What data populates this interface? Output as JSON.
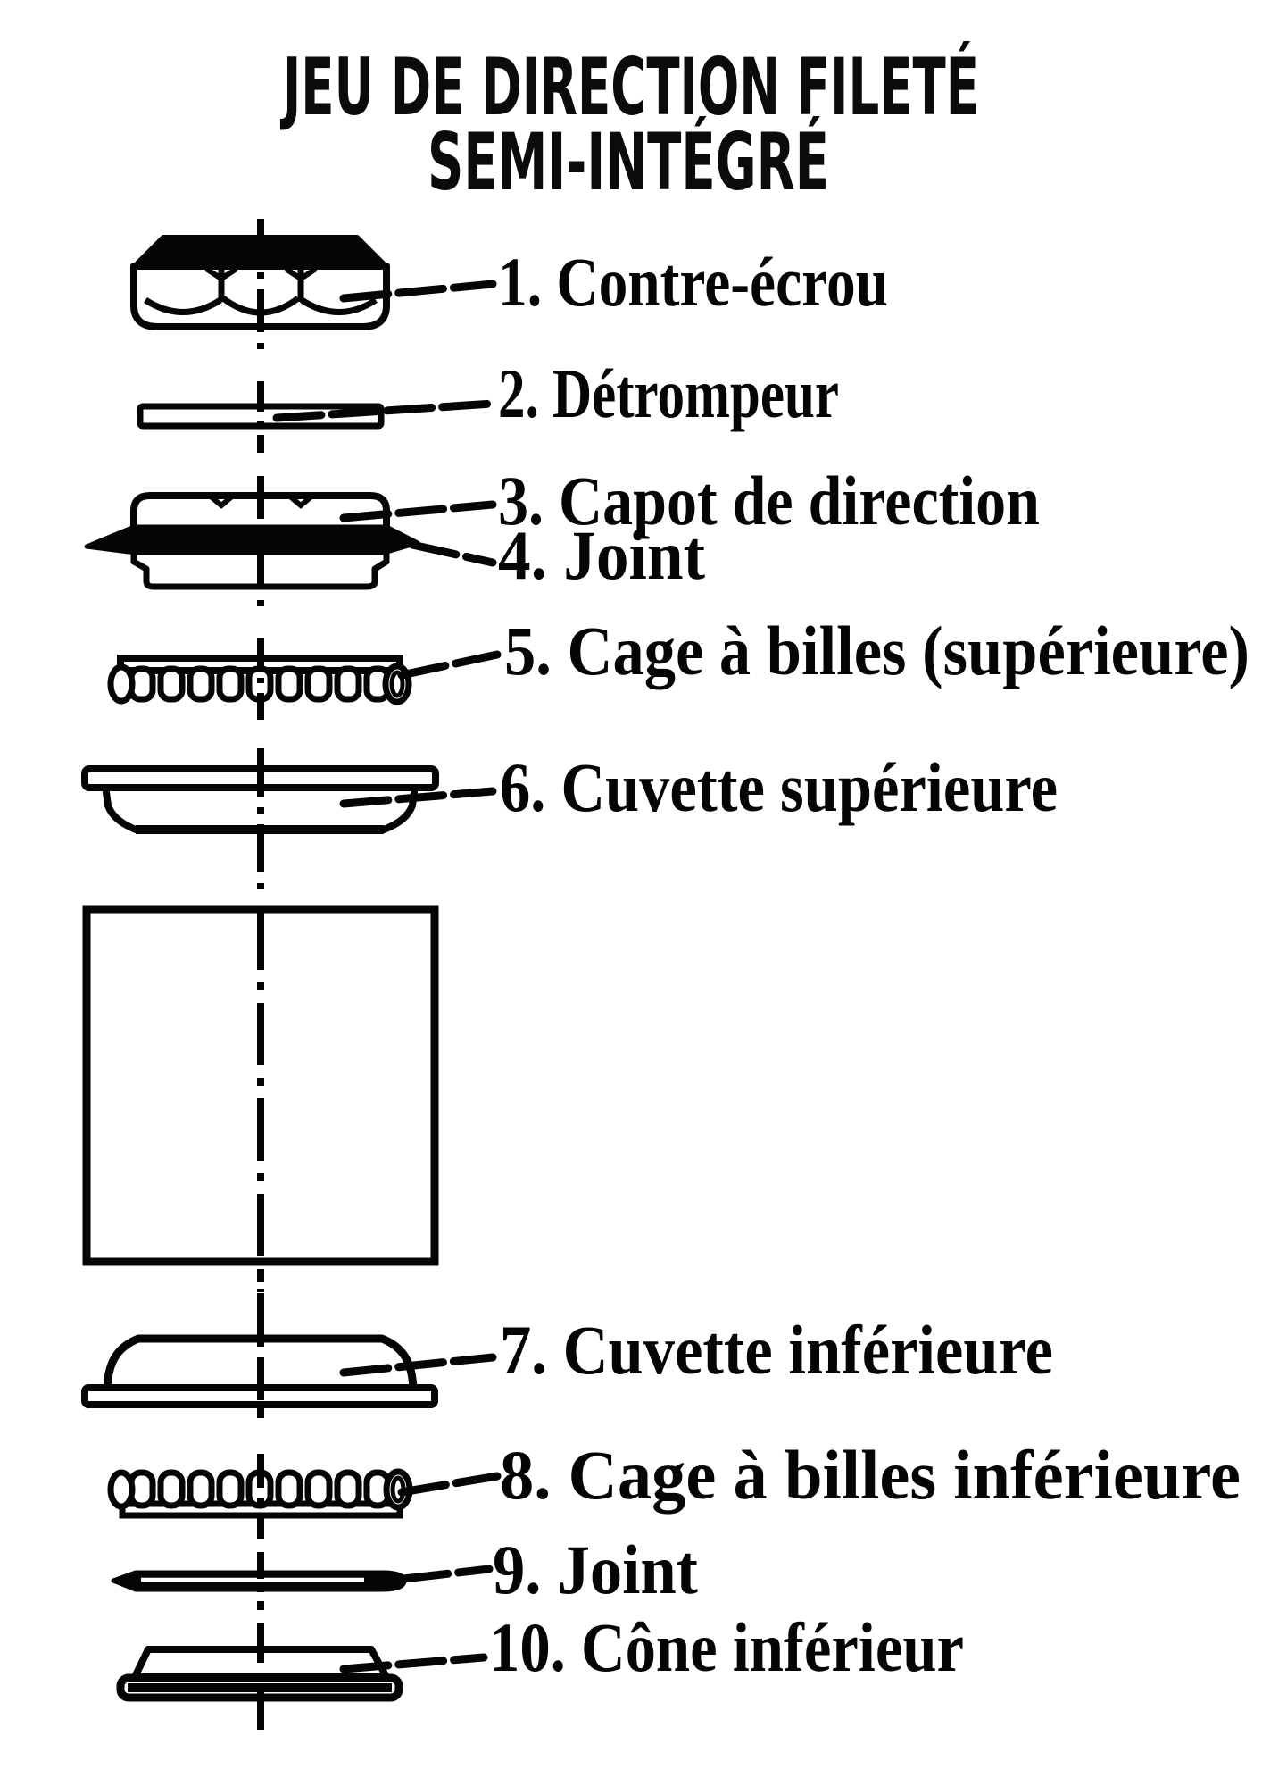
{
  "title": {
    "line1": "JEU DE DIRECTION FILETÉ",
    "line2": "SEMI-INTÉGRÉ"
  },
  "parts": [
    {
      "label": "1. Contre-écrou"
    },
    {
      "label": "2. Détrompeur"
    },
    {
      "label": "3. Capot de direction"
    },
    {
      "label": "4. Joint"
    },
    {
      "label": "5. Cage à billes (supérieure)"
    },
    {
      "label": "6. Cuvette supérieure"
    },
    {
      "label": "7. Cuvette inférieure"
    },
    {
      "label": "8. Cage à billes  inférieure"
    },
    {
      "label": "9. Joint"
    },
    {
      "label": "10. Cône inférieur"
    }
  ],
  "colors": {
    "ink": "#050505",
    "paper": "#ffffff"
  }
}
